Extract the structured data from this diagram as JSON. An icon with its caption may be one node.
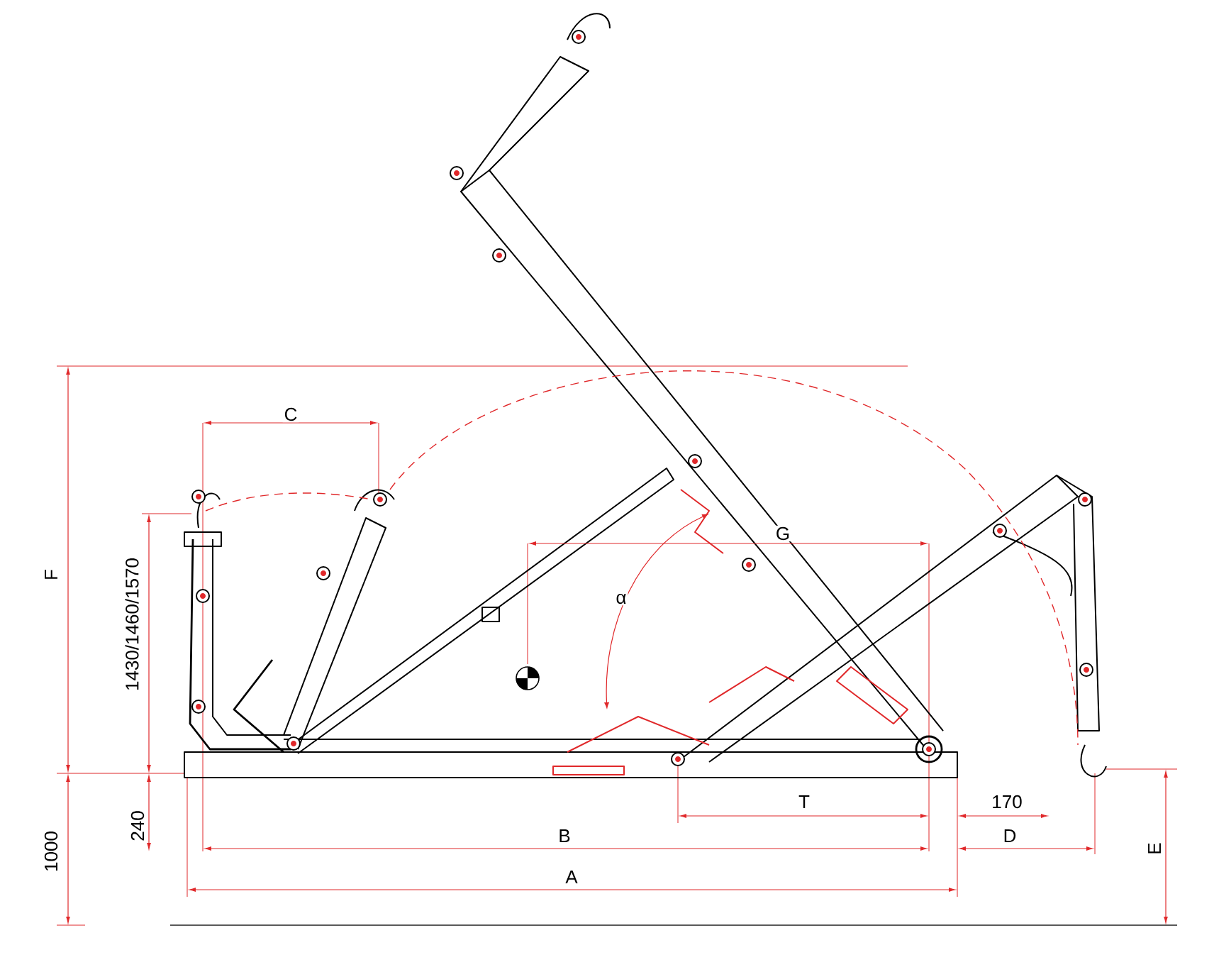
{
  "diagram": {
    "labels": [
      "C",
      "G",
      "α",
      "F",
      "1430/1460/1570",
      "T",
      "170",
      "240",
      "B",
      "D",
      "E",
      "1000",
      "A"
    ]
  }
}
